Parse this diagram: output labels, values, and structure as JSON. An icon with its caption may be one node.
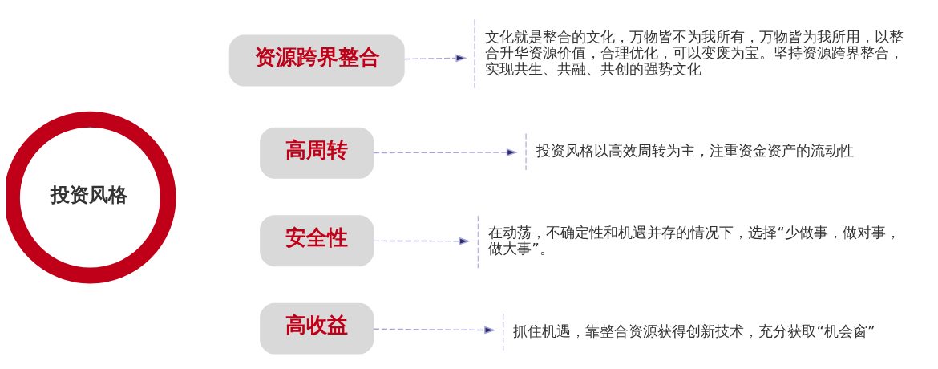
{
  "diagram": {
    "nodes": [
      {
        "text": [
          "投资风格"
        ]
      },
      {
        "text": [
          "资源跨界整合"
        ]
      },
      {
        "text": [
          "高周转"
        ]
      },
      {
        "text": [
          "安全性"
        ]
      },
      {
        "text": [
          "高收益"
        ]
      },
      {
        "text": [
          "文化就是整合的文化，万物皆不为我所有，万物皆为我所用，以整合升华资源价值，合理优化，可以变废为宝。坚持资源跨界整合，实现共生、共融、共创的强势文化"
        ]
      },
      {
        "text": [
          "投资风格以高效周转为主，注重资金资产的流动性"
        ]
      },
      {
        "text": [
          "在动荡，不确定性和机遇并存的情况下，选择“少做事，做对事，做大事”。"
        ]
      },
      {
        "text": [
          "抓住机遇，靠整合资源获得创新技术，充分获取“机会窗”"
        ]
      }
    ],
    "edges": [
      {
        "from": 1,
        "to": 5,
        "arrow": "to",
        "style": "dashed"
      },
      {
        "from": 2,
        "to": 6,
        "arrow": "to",
        "style": "dashed"
      },
      {
        "from": 3,
        "to": 7,
        "arrow": "to",
        "style": "dashed"
      },
      {
        "from": 4,
        "to": 8,
        "arrow": "to",
        "style": "dashed"
      }
    ]
  }
}
